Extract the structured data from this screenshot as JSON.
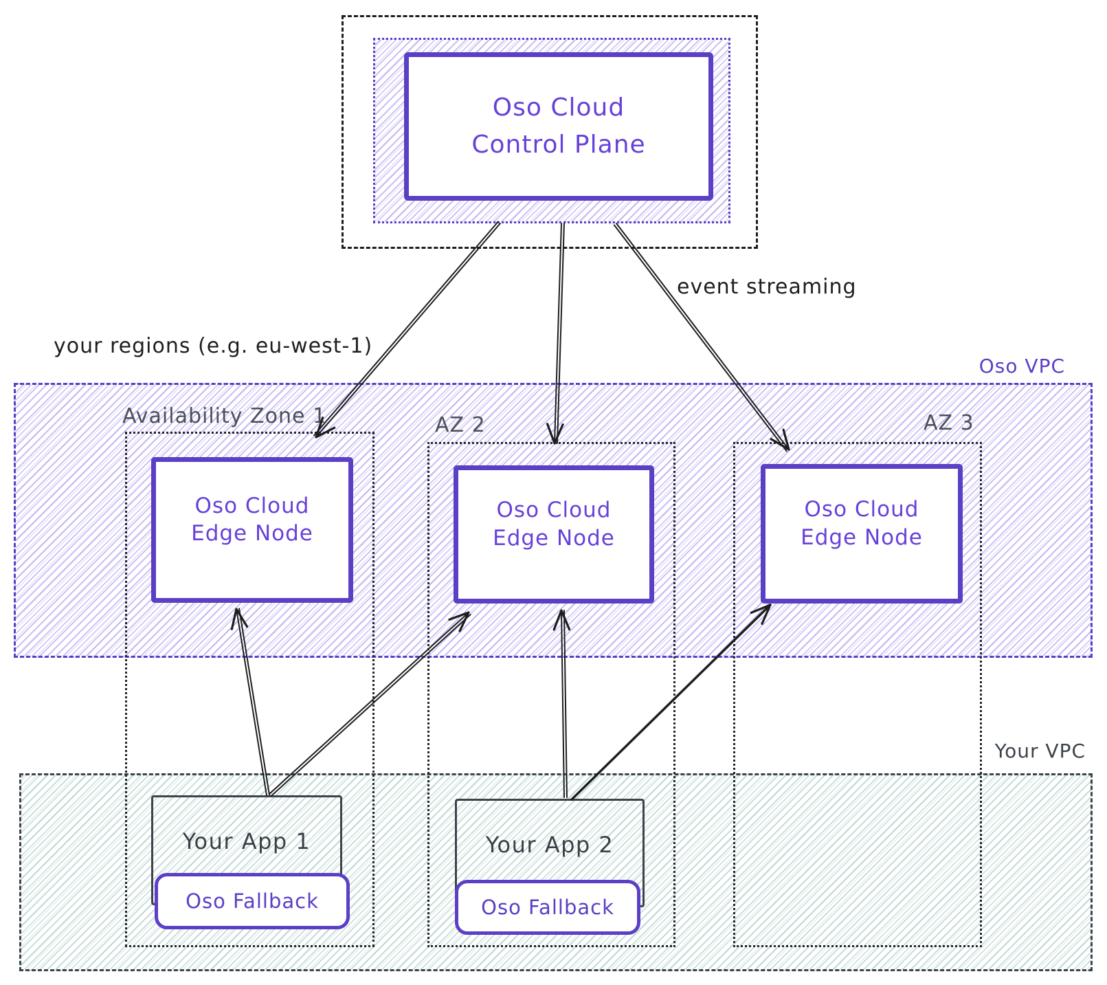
{
  "colors": {
    "purple_stroke": "#5b3fc5",
    "purple_text": "#6741d9",
    "purple_hatch": "#9376eb",
    "ink": "#1e1e1e",
    "slate_text": "#4a5058",
    "slate_stroke": "#3c434b",
    "teal_hatch": "#7cafa7",
    "box_fill": "#ffffff"
  },
  "control_plane": {
    "line1": "Oso Cloud",
    "line2": "Control Plane"
  },
  "annotations": {
    "event_streaming": "event streaming",
    "your_regions": "your regions (e.g. eu-west-1)"
  },
  "oso_vpc": {
    "label": "Oso VPC",
    "zones": [
      {
        "label": "Availability Zone 1"
      },
      {
        "label": "AZ 2"
      },
      {
        "label": "AZ 3"
      }
    ],
    "edge_nodes": [
      {
        "line1": "Oso Cloud",
        "line2": "Edge Node"
      },
      {
        "line1": "Oso Cloud",
        "line2": "Edge Node"
      },
      {
        "line1": "Oso Cloud",
        "line2": "Edge Node"
      }
    ]
  },
  "your_vpc": {
    "label": "Your VPC",
    "apps": [
      {
        "label": "Your App 1",
        "fallback": "Oso Fallback"
      },
      {
        "label": "Your App 2",
        "fallback": "Oso Fallback"
      }
    ]
  },
  "connections": [
    {
      "from": "oso-cloud-control-plane",
      "to": "edge-node-az1",
      "label": "event streaming"
    },
    {
      "from": "oso-cloud-control-plane",
      "to": "edge-node-az2",
      "label": "event streaming"
    },
    {
      "from": "oso-cloud-control-plane",
      "to": "edge-node-az3",
      "label": "event streaming"
    },
    {
      "from": "your-app-1",
      "to": "edge-node-az1"
    },
    {
      "from": "your-app-1",
      "to": "edge-node-az2"
    },
    {
      "from": "your-app-2",
      "to": "edge-node-az2"
    },
    {
      "from": "your-app-2",
      "to": "edge-node-az3"
    }
  ]
}
